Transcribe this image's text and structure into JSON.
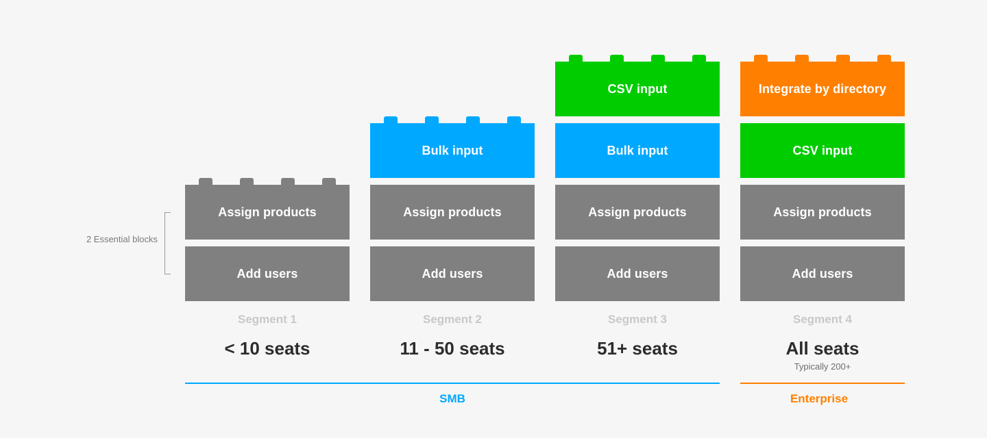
{
  "colors": {
    "gray_block": "#808080",
    "blue_block": "#00a8ff",
    "green_block": "#00cc00",
    "orange_block": "#ff8000",
    "smb": "#00a8ff",
    "enterprise": "#ff8000"
  },
  "annotation": {
    "label": "2 Essential blocks"
  },
  "columns": [
    {
      "segment": "Segment 1",
      "seats": "< 10 seats",
      "note": "",
      "blocks": [
        {
          "label": "Assign products",
          "color": "#808080"
        },
        {
          "label": "Add users",
          "color": "#808080"
        }
      ]
    },
    {
      "segment": "Segment 2",
      "seats": "11 - 50 seats",
      "note": "",
      "blocks": [
        {
          "label": "Bulk input",
          "color": "#00a8ff"
        },
        {
          "label": "Assign products",
          "color": "#808080"
        },
        {
          "label": "Add users",
          "color": "#808080"
        }
      ]
    },
    {
      "segment": "Segment 3",
      "seats": "51+ seats",
      "note": "",
      "blocks": [
        {
          "label": "CSV input",
          "color": "#00cc00"
        },
        {
          "label": "Bulk input",
          "color": "#00a8ff"
        },
        {
          "label": "Assign products",
          "color": "#808080"
        },
        {
          "label": "Add users",
          "color": "#808080"
        }
      ]
    },
    {
      "segment": "Segment 4",
      "seats": "All seats",
      "note": "Typically 200+",
      "blocks": [
        {
          "label": "Integrate by directory",
          "color": "#ff8000"
        },
        {
          "label": "CSV input",
          "color": "#00cc00"
        },
        {
          "label": "Assign products",
          "color": "#808080"
        },
        {
          "label": "Add users",
          "color": "#808080"
        }
      ]
    }
  ],
  "groups": [
    {
      "label": "SMB",
      "color": "#00a8ff"
    },
    {
      "label": "Enterprise",
      "color": "#ff8000"
    }
  ]
}
